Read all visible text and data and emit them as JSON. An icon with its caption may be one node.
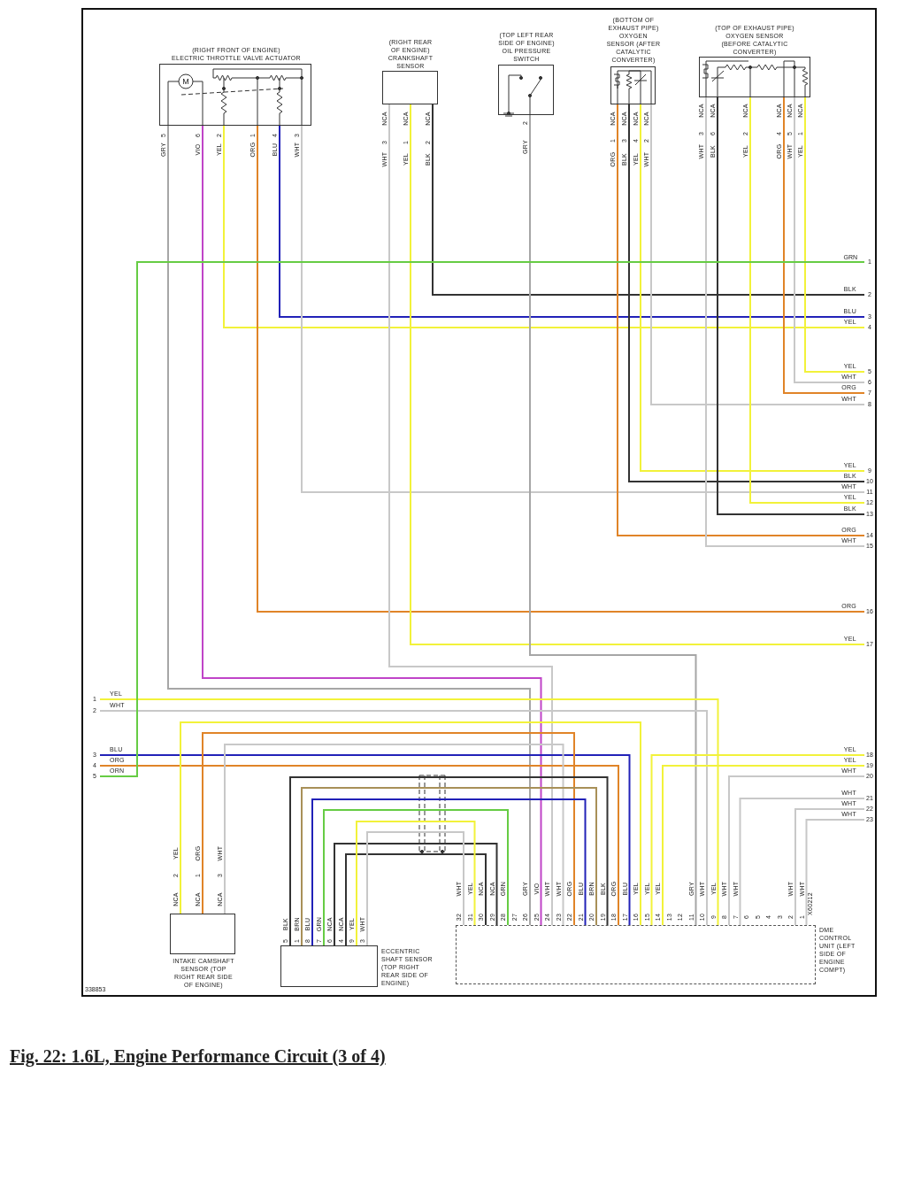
{
  "diagram": {
    "caption": "Fig. 22: 1.6L, Engine Performance Circuit (3 of 4)",
    "nodes": [
      {
        "text": [
          "(RIGHT FRONT OF ENGINE)",
          "ELECTRIC THROTTLE VALVE ACTUATOR"
        ],
        "beside": [
          "GRY",
          "5",
          "VIO",
          "6",
          "YEL",
          "2",
          "ORG",
          "1",
          "BLU",
          "4",
          "WHT",
          "3"
        ]
      },
      {
        "text": [
          "(RIGHT REAR OF ENGINE) CRANKSHAFT SENSOR"
        ],
        "beside": [
          "NCA",
          "WHT",
          "3",
          "NCA",
          "YEL",
          "1",
          "NCA",
          "BLK",
          "2"
        ]
      },
      {
        "text": [
          "(TOP LEFT REAR SIDE OF ENGINE) OIL PRESSURE SWITCH"
        ],
        "beside": [
          "GRY",
          "2"
        ]
      },
      {
        "text": [
          "(BOTTOM OF EXHAUST PIPE) OXYGEN SENSOR (AFTER CATALYTIC CONVERTER)"
        ],
        "beside": [
          "NCA",
          "ORG",
          "1",
          "NCA",
          "BLK",
          "3",
          "NCA",
          "YEL",
          "4",
          "NCA",
          "WHT",
          "2"
        ]
      },
      {
        "text": [
          "(TOP OF EXHAUST PIPE) OXYGEN SENSOR (BEFORE CATALYTIC CONVERTER)"
        ],
        "beside": [
          "NCA",
          "WHT",
          "3",
          "NCA",
          "BLK",
          "6",
          "NCA",
          "YEL",
          "2",
          "NCA",
          "ORG",
          "4",
          "NCA",
          "WHT",
          "5",
          "NCA",
          "YEL",
          "1"
        ]
      },
      {
        "text": [
          "INTAKE CAMSHAFT SENSOR (TOP RIGHT REAR SIDE OF ENGINE)"
        ],
        "beside": [
          "YEL",
          "2",
          "NCA",
          "ORG",
          "1",
          "NCA",
          "WHT",
          "3",
          "NCA"
        ]
      },
      {
        "text": [
          "ECCENTRIC SHAFT SENSOR (TOP RIGHT REAR SIDE OF ENGINE)"
        ],
        "beside": [
          "BLK",
          "5",
          "BRN",
          "1",
          "BLU",
          "8",
          "GRN",
          "7",
          "NCA",
          "6",
          "NCA",
          "4",
          "YEL",
          "9",
          "WHT",
          "3"
        ]
      },
      {
        "text": [
          "DME CONTROL UNIT (LEFT SIDE OF ENGINE COMPT)"
        ],
        "beside": [
          "WHT",
          "32",
          "YEL",
          "31",
          "NCA",
          "30",
          "NCA",
          "29",
          "GRN",
          "28",
          "27",
          "GRY",
          "26",
          "VIO",
          "25",
          "WHT",
          "24",
          "WHT",
          "23",
          "ORG",
          "22",
          "BLU",
          "21",
          "BRN",
          "20",
          "BLK",
          "19",
          "ORG",
          "18",
          "BLU",
          "17",
          "YEL",
          "16",
          "YEL",
          "15",
          "YEL",
          "14",
          "13",
          "12",
          "GRY",
          "11",
          "WHT",
          "10",
          "YEL",
          "9",
          "WHT",
          "8",
          "WHT",
          "7",
          "6",
          "5",
          "4",
          "3",
          "WHT",
          "2",
          "WHT",
          "1",
          "X60212"
        ]
      },
      {
        "text": [
          "1"
        ]
      },
      {
        "text": [
          "2"
        ]
      },
      {
        "text": [
          "3"
        ]
      },
      {
        "text": [
          "4"
        ]
      },
      {
        "text": [
          "5"
        ]
      },
      {
        "text": [
          "6"
        ]
      },
      {
        "text": [
          "7"
        ]
      },
      {
        "text": [
          "8"
        ]
      },
      {
        "text": [
          "9"
        ]
      },
      {
        "text": [
          "10"
        ]
      },
      {
        "text": [
          "11"
        ]
      },
      {
        "text": [
          "12"
        ]
      },
      {
        "text": [
          "13"
        ]
      },
      {
        "text": [
          "14"
        ]
      },
      {
        "text": [
          "15"
        ]
      },
      {
        "text": [
          "16"
        ]
      },
      {
        "text": [
          "17"
        ]
      },
      {
        "text": [
          "18"
        ]
      },
      {
        "text": [
          "19"
        ]
      },
      {
        "text": [
          "20"
        ]
      },
      {
        "text": [
          "21"
        ]
      },
      {
        "text": [
          "22"
        ]
      },
      {
        "text": [
          "23"
        ]
      },
      {
        "text": [
          "1"
        ]
      },
      {
        "text": [
          "2"
        ]
      },
      {
        "text": [
          "3"
        ]
      },
      {
        "text": [
          "4"
        ]
      },
      {
        "text": [
          "5"
        ]
      }
    ],
    "edges": [
      {
        "from": 0,
        "to": 7,
        "arrow": "none",
        "color": "#a6a6a6"
      },
      {
        "from": 0,
        "to": 7,
        "arrow": "none",
        "color": "#c044c8"
      },
      {
        "from": 0,
        "to": 10,
        "arrow": "none",
        "color": "#2222b8",
        "label": "BLU"
      },
      {
        "from": 0,
        "to": 11,
        "arrow": "none",
        "color": "#f2f23a",
        "label": "YEL"
      },
      {
        "from": 0,
        "to": 18,
        "arrow": "none",
        "color": "#c8c8c8",
        "label": "WHT"
      },
      {
        "from": 0,
        "to": 23,
        "arrow": "none",
        "color": "#e08428",
        "label": "ORG"
      },
      {
        "from": 1,
        "to": 7,
        "arrow": "none",
        "color": "#c8c8c8"
      },
      {
        "from": 1,
        "to": 24,
        "arrow": "none",
        "color": "#f2f23a",
        "label": "YEL"
      },
      {
        "from": 1,
        "to": 9,
        "arrow": "none",
        "color": "#333333",
        "label": "BLK"
      },
      {
        "from": 2,
        "to": 7,
        "arrow": "none",
        "color": "#a6a6a6"
      },
      {
        "from": 3,
        "to": 21,
        "arrow": "none",
        "color": "#e08428",
        "label": "ORG"
      },
      {
        "from": 3,
        "to": 17,
        "arrow": "none",
        "color": "#333333",
        "label": "BLK"
      },
      {
        "from": 3,
        "to": 16,
        "arrow": "none",
        "color": "#f2f23a",
        "label": "YEL"
      },
      {
        "from": 3,
        "to": 15,
        "arrow": "none",
        "color": "#c8c8c8",
        "label": "WHT"
      },
      {
        "from": 4,
        "to": 22,
        "arrow": "none",
        "color": "#c8c8c8",
        "label": "WHT"
      },
      {
        "from": 4,
        "to": 20,
        "arrow": "none",
        "color": "#333333",
        "label": "BLK"
      },
      {
        "from": 4,
        "to": 19,
        "arrow": "none",
        "color": "#f2f23a",
        "label": "YEL"
      },
      {
        "from": 4,
        "to": 14,
        "arrow": "none",
        "color": "#e08428",
        "label": "ORG"
      },
      {
        "from": 4,
        "to": 13,
        "arrow": "none",
        "color": "#c8c8c8",
        "label": "WHT"
      },
      {
        "from": 4,
        "to": 12,
        "arrow": "none",
        "color": "#f2f23a",
        "label": "YEL"
      },
      {
        "from": 31,
        "to": 7,
        "arrow": "none",
        "color": "#f2f23a",
        "label": "YEL"
      },
      {
        "from": 32,
        "to": 7,
        "arrow": "none",
        "color": "#c8c8c8",
        "label": "WHT"
      },
      {
        "from": 33,
        "to": 7,
        "arrow": "none",
        "color": "#2222b8",
        "label": "BLU"
      },
      {
        "from": 34,
        "to": 7,
        "arrow": "none",
        "color": "#e08428",
        "label": "ORG"
      },
      {
        "from": 35,
        "to": 8,
        "arrow": "none",
        "color": "#66cc44",
        "label": "ORN"
      },
      {
        "from": 5,
        "to": 7,
        "arrow": "none",
        "color": "#f2f23a"
      },
      {
        "from": 5,
        "to": 7,
        "arrow": "none",
        "color": "#e08428"
      },
      {
        "from": 5,
        "to": 7,
        "arrow": "none",
        "color": "#c8c8c8"
      },
      {
        "from": 25,
        "to": 7,
        "arrow": "none",
        "color": "#f2f23a",
        "label": "YEL"
      },
      {
        "from": 26,
        "to": 7,
        "arrow": "none",
        "color": "#f2f23a",
        "label": "YEL"
      },
      {
        "from": 27,
        "to": 7,
        "arrow": "none",
        "color": "#c8c8c8",
        "label": "WHT"
      },
      {
        "from": 28,
        "to": 7,
        "arrow": "none",
        "color": "#c8c8c8",
        "label": "WHT"
      },
      {
        "from": 29,
        "to": 7,
        "arrow": "none",
        "color": "#c8c8c8",
        "label": "WHT"
      },
      {
        "from": 30,
        "to": 7,
        "arrow": "none",
        "color": "#c8c8c8",
        "label": "WHT"
      },
      {
        "from": 6,
        "to": 7,
        "arrow": "none",
        "color": "#333333"
      },
      {
        "from": 6,
        "to": 7,
        "arrow": "none",
        "color": "#a89058"
      },
      {
        "from": 6,
        "to": 7,
        "arrow": "none",
        "color": "#2222b8"
      },
      {
        "from": 6,
        "to": 7,
        "arrow": "none",
        "color": "#66cc44"
      },
      {
        "from": 6,
        "to": 7,
        "arrow": "none",
        "color": "#333333"
      },
      {
        "from": 6,
        "to": 7,
        "arrow": "none",
        "color": "#333333"
      },
      {
        "from": 6,
        "to": 7,
        "arrow": "none",
        "color": "#f2f23a"
      },
      {
        "from": 6,
        "to": 7,
        "arrow": "none",
        "color": "#c8c8c8"
      }
    ],
    "labels": [
      "M",
      "GRN",
      "338853"
    ]
  }
}
